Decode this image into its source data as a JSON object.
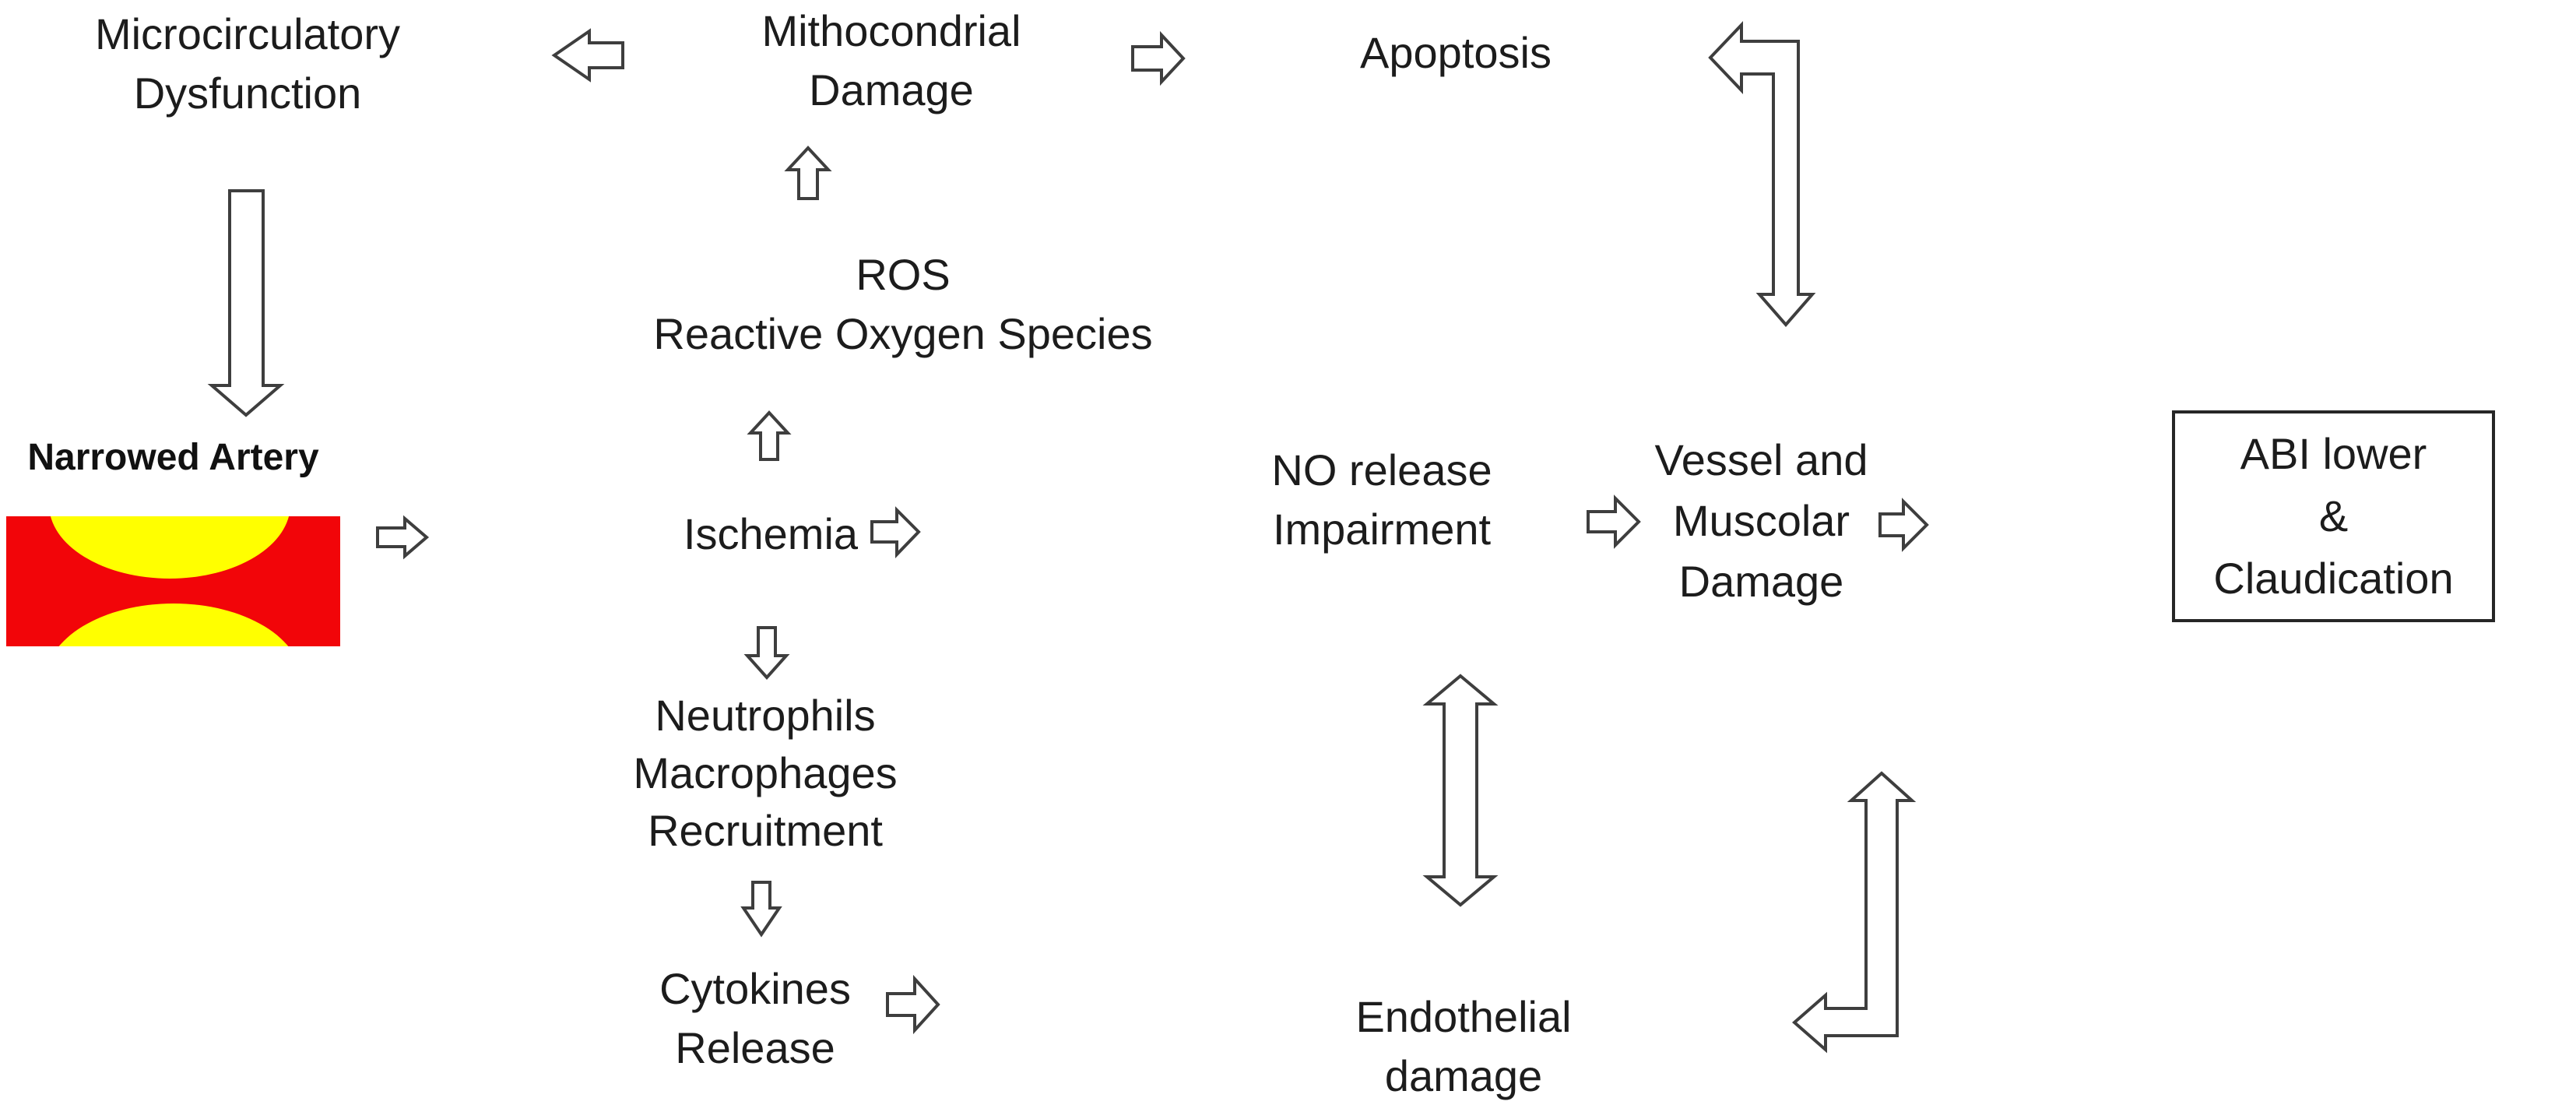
{
  "diagram": {
    "description": "Pathophysiology flow diagram from narrowed artery to ABI lower and claudication",
    "nodes": {
      "microcirculatory": {
        "text": "Microcirculatory\nDysfunction"
      },
      "mitochondrial": {
        "text": "Mithocondrial\nDamage"
      },
      "apoptosis": {
        "text": "Apoptosis"
      },
      "ros": {
        "text": "ROS\nReactive Oxygen Species"
      },
      "narrowed_artery": {
        "text": "Narrowed Artery"
      },
      "ischemia": {
        "text": "Ischemia"
      },
      "no_release": {
        "text": "NO release\nImpairment"
      },
      "vessel": {
        "text": "Vessel and\nMuscolar\nDamage"
      },
      "abi": {
        "text": "ABI lower\n&\nClaudication"
      },
      "neutrophils": {
        "text": "Neutrophils\nMacrophages\nRecruitment"
      },
      "cytokines": {
        "text": "Cytokines\nRelease"
      },
      "endothelial": {
        "text": "Endothelial\ndamage"
      }
    },
    "edges": [
      {
        "from": "mitochondrial",
        "to": "microcirculatory",
        "type": "single",
        "direction": "left"
      },
      {
        "from": "ros",
        "to": "mitochondrial",
        "type": "single",
        "direction": "up"
      },
      {
        "from": "mitochondrial",
        "to": "apoptosis",
        "type": "single",
        "direction": "right"
      },
      {
        "from": "vessel",
        "to": "apoptosis",
        "type": "double",
        "direction": "bent-left-down"
      },
      {
        "from": "microcirculatory",
        "to": "narrowed_artery",
        "type": "single",
        "direction": "down"
      },
      {
        "from": "ischemia",
        "to": "ros",
        "type": "single",
        "direction": "up"
      },
      {
        "from": "narrowed_artery",
        "to": "ischemia",
        "type": "single",
        "direction": "right"
      },
      {
        "from": "ischemia",
        "to": "no_release",
        "type": "single",
        "direction": "right"
      },
      {
        "from": "ischemia",
        "to": "neutrophils",
        "type": "single",
        "direction": "down"
      },
      {
        "from": "neutrophils",
        "to": "cytokines",
        "type": "single",
        "direction": "down"
      },
      {
        "from": "cytokines",
        "to": "endothelial",
        "type": "single",
        "direction": "right"
      },
      {
        "from": "no_release",
        "to": "endothelial",
        "type": "double",
        "direction": "vertical"
      },
      {
        "from": "no_release",
        "to": "vessel",
        "type": "single",
        "direction": "right"
      },
      {
        "from": "vessel",
        "to": "abi",
        "type": "single",
        "direction": "right"
      },
      {
        "from": "endothelial",
        "to": "vessel",
        "type": "double",
        "direction": "bent-up-left"
      }
    ],
    "colors": {
      "background": "#ffffff",
      "text": "#1c1c1c",
      "arrow_outline": "#3e3e3e",
      "arrow_fill": "#ffffff",
      "box_border": "#262626",
      "artery_red": "#f20509",
      "plaque_yellow": "#ffff00"
    }
  }
}
